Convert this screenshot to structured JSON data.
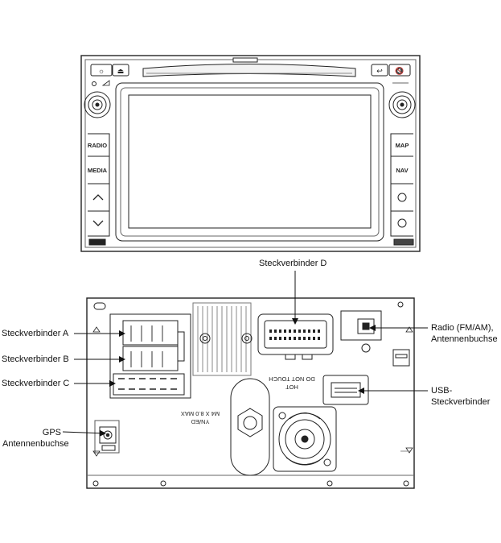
{
  "front_unit": {
    "buttons_left": [
      "RADIO",
      "MEDIA"
    ],
    "buttons_right": [
      "MAP",
      "NAV"
    ]
  },
  "rear_unit": {
    "embossed_texts": {
      "warning_line1": "HOT",
      "warning_line2": "DO NOT TOUCH",
      "torque_line1": "YN/ED",
      "torque_line2": "M4 X 8.0 MAX"
    }
  },
  "callouts": {
    "connector_a": "Steckverbinder A",
    "connector_b": "Steckverbinder B",
    "connector_c": "Steckverbinder C",
    "connector_d": "Steckverbinder D",
    "gps_line1": "GPS",
    "gps_line2": "Antennenbuchse",
    "radio_line1": "Radio (FM/AM),",
    "radio_line2": "Antennenbuchse",
    "usb_line1": "USB-",
    "usb_line2": "Steckverbinder"
  }
}
